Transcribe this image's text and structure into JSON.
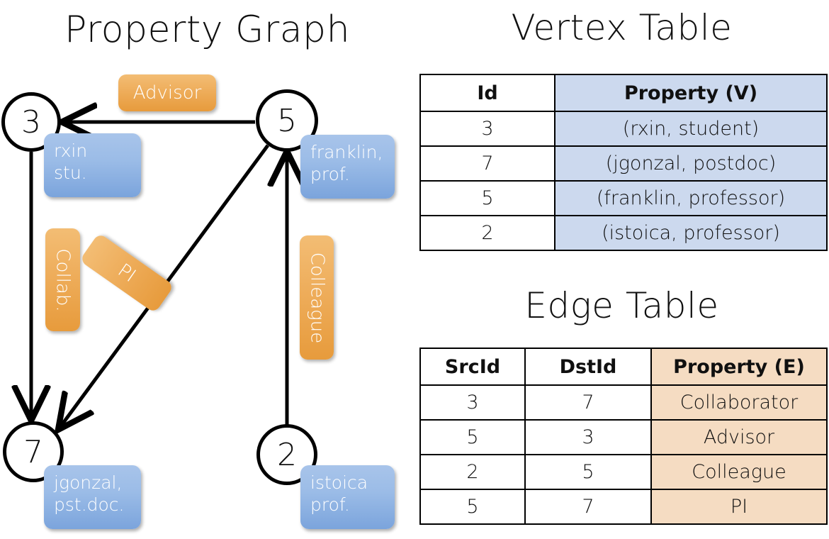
{
  "titles": {
    "property_graph": "Property Graph",
    "vertex_table": "Vertex Table",
    "edge_table": "Edge Table"
  },
  "graph": {
    "nodes": [
      {
        "id": "3",
        "label": "rxin\nstu.",
        "name_line1": "rxin",
        "name_line2": "stu."
      },
      {
        "id": "5",
        "label": "franklin,\nprof.",
        "name_line1": "franklin,",
        "name_line2": "prof."
      },
      {
        "id": "7",
        "label": "jgonzal,\npst.doc.",
        "name_line1": "jgonzal,",
        "name_line2": "pst.doc."
      },
      {
        "id": "2",
        "label": "istoica\nprof.",
        "name_line1": "istoica",
        "name_line2": "prof."
      }
    ],
    "edge_labels": {
      "advisor": "Advisor",
      "collab": "Collab.",
      "pi": "PI",
      "colleague": "Colleague"
    },
    "edges": [
      {
        "src": "5",
        "dst": "3",
        "label": "Advisor"
      },
      {
        "src": "3",
        "dst": "7",
        "label": "Collab."
      },
      {
        "src": "5",
        "dst": "7",
        "label": "PI"
      },
      {
        "src": "2",
        "dst": "5",
        "label": "Colleague"
      }
    ]
  },
  "vertex_table": {
    "headers": [
      "Id",
      "Property (V)"
    ],
    "rows": [
      {
        "id": "3",
        "property": "(rxin, student)"
      },
      {
        "id": "7",
        "property": "(jgonzal, postdoc)"
      },
      {
        "id": "5",
        "property": "(franklin, professor)"
      },
      {
        "id": "2",
        "property": "(istoica, professor)"
      }
    ]
  },
  "edge_table": {
    "headers": [
      "SrcId",
      "DstId",
      "Property (E)"
    ],
    "rows": [
      {
        "src": "3",
        "dst": "7",
        "property": "Collaborator"
      },
      {
        "src": "5",
        "dst": "3",
        "property": "Advisor"
      },
      {
        "src": "2",
        "dst": "5",
        "property": "Colleague"
      },
      {
        "src": "5",
        "dst": "7",
        "property": "PI"
      }
    ]
  },
  "colors": {
    "vertex_property_fill": "#ccd9ee",
    "edge_property_fill": "#f5dcc2",
    "vertex_box": "#9bbce7",
    "edge_box": "#eead5b",
    "stroke": "#000000",
    "background": "#ffffff"
  }
}
